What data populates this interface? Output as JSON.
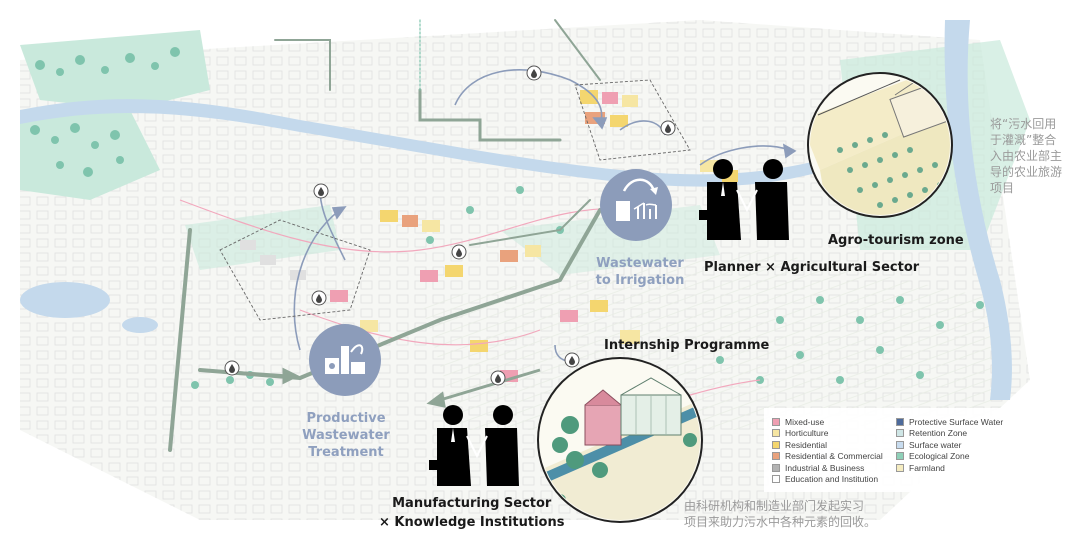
{
  "labels": {
    "productive_line1": "Productive",
    "productive_line2": "Wastewater",
    "productive_line3": "Treatment",
    "wastewater_line1": "Wastewater",
    "wastewater_line2": "to Irrigation",
    "agro_tourism": "Agro-tourism zone",
    "planner": "Planner × Agricultural Sector",
    "internship": "Internship Programme",
    "manufacturing_line1": "Manufacturing Sector",
    "manufacturing_line2": "× Knowledge Institutions"
  },
  "notes": {
    "cn_right": [
      "将“污水回用",
      "于灌溉”整合",
      "入由农业部主",
      "导的农业旅游",
      "项目"
    ],
    "cn_bottom": [
      "由科研机构和制造业部门发起实习",
      "项目来助力污水中各种元素的回收。"
    ]
  },
  "legend": {
    "left": [
      {
        "label": "Mixed-use",
        "color": "#ef9fb2"
      },
      {
        "label": "Horticulture",
        "color": "#f6e6a3"
      },
      {
        "label": "Residential",
        "color": "#f4d66f"
      },
      {
        "label": "Residential & Commercial",
        "color": "#e9a27d"
      },
      {
        "label": "Industrial & Business",
        "color": "#b3b3b3"
      },
      {
        "label": "Education and Institution",
        "color": "#ffffff"
      }
    ],
    "right": [
      {
        "label": "Protective Surface Water",
        "color": "#4d6a9b"
      },
      {
        "label": "Retention Zone",
        "color": "#cfe6e6"
      },
      {
        "label": "Surface water",
        "color": "#c8dcef"
      },
      {
        "label": "Ecological Zone",
        "color": "#8fd0b8"
      },
      {
        "label": "Farmland",
        "color": "#f5ecc0"
      }
    ]
  },
  "colors": {
    "water": "#b9d2e8",
    "ecology": "#a9dccb",
    "icon_blue": "#8c9cba",
    "road": "#8fa596",
    "note_gray": "#9a9a9a"
  },
  "icons": [
    "water-drop-icon",
    "wastewater-treatment-icon",
    "irrigation-icon",
    "handshake-icon"
  ]
}
